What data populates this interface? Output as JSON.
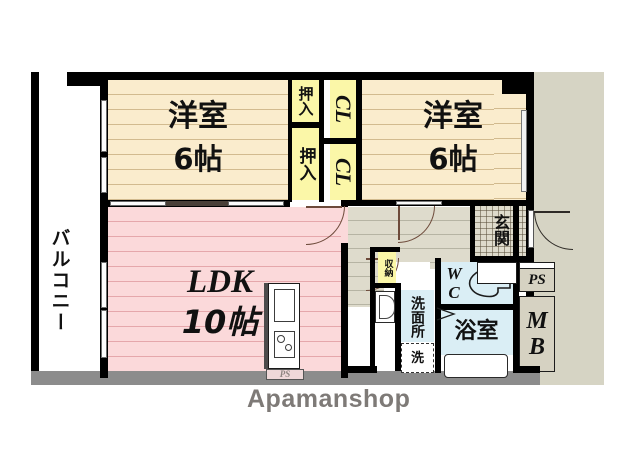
{
  "plan": {
    "watermark": "Apamanshop",
    "rooms": [
      {
        "id": "balcony",
        "label": "バルコニー",
        "type": "outdoor"
      },
      {
        "id": "washitsu_left",
        "label": "洋室",
        "size": "6帖"
      },
      {
        "id": "washitsu_right",
        "label": "洋室",
        "size": "6帖"
      },
      {
        "id": "ldk",
        "label": "LDK",
        "size": "10帖"
      },
      {
        "id": "oshiire_upper",
        "label": "押入"
      },
      {
        "id": "oshiire_lower",
        "label": "押入"
      },
      {
        "id": "closet_upper",
        "label": "CL"
      },
      {
        "id": "closet_lower",
        "label": "CL"
      },
      {
        "id": "genkan",
        "label": "玄関"
      },
      {
        "id": "wc",
        "label": "WC"
      },
      {
        "id": "senmenjo",
        "label": "洗面所"
      },
      {
        "id": "yokushitsu",
        "label": "浴室"
      },
      {
        "id": "shuno",
        "label": "収納"
      },
      {
        "id": "sentaku",
        "label": "洗"
      },
      {
        "id": "ps_right",
        "label": "PS"
      },
      {
        "id": "mb",
        "label": "MB"
      },
      {
        "id": "ps_kitchen",
        "label": "PS"
      }
    ],
    "colors": {
      "wall": "#000000",
      "tatami": "#faeccd",
      "ldk": "#fbd9da",
      "closet": "#fbf7a8",
      "hall": "#dedbcc",
      "water": "#daeef5",
      "outside": "#d6d4c4",
      "watermark": "#7e7a77"
    }
  }
}
